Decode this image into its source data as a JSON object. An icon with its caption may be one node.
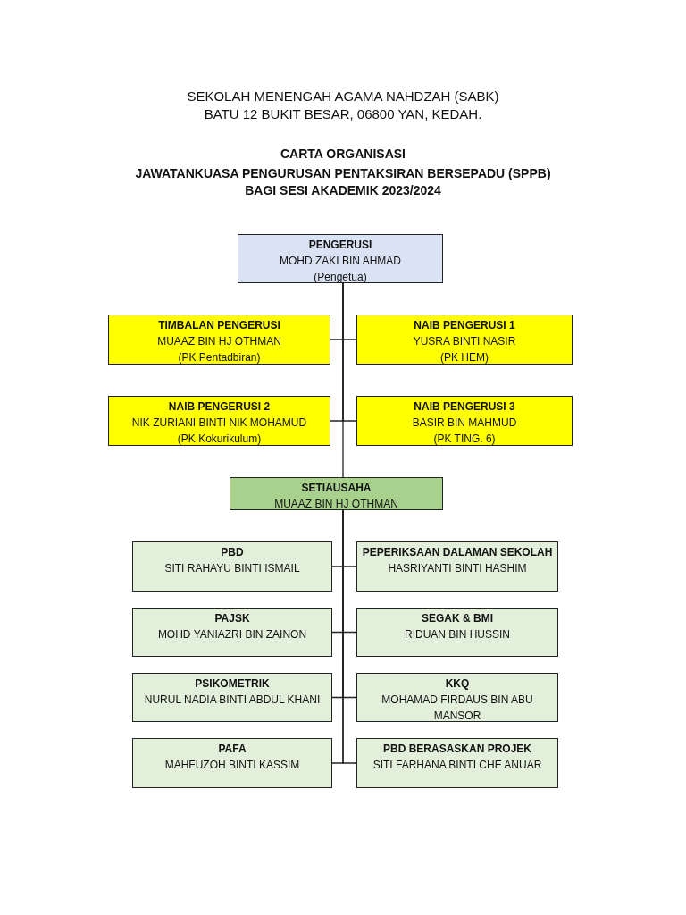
{
  "diagram": {
    "title": "CARTA ORGANISASI",
    "labels": [
      "SEKOLAH MENENGAH AGAMA NAHDZAH (SABK)",
      "BATU 12 BUKIT BESAR, 06800 YAN, KEDAH.",
      "JAWATANKUASA PENGURUSAN PENTAKSIRAN BERSEPADU (SPPB)",
      "BAGI SESI AKADEMIK 2023/2024"
    ],
    "nodes": [
      {
        "text": [
          "PENGERUSI",
          "MOHD ZAKI BIN AHMAD",
          "(Pengetua)"
        ]
      },
      {
        "text": [
          "TIMBALAN PENGERUSI",
          "MUAAZ BIN HJ OTHMAN",
          "(PK Pentadbiran)"
        ]
      },
      {
        "text": [
          "NAIB PENGERUSI 1",
          "YUSRA BINTI NASIR",
          "(PK HEM)"
        ]
      },
      {
        "text": [
          "NAIB PENGERUSI 2",
          "NIK ZURIANI BINTI NIK MOHAMUD",
          "(PK Kokurikulum)"
        ]
      },
      {
        "text": [
          "NAIB PENGERUSI 3",
          "BASIR BIN MAHMUD",
          "(PK TING. 6)"
        ]
      },
      {
        "text": [
          "SETIAUSAHA",
          "MUAAZ BIN HJ OTHMAN"
        ]
      },
      {
        "text": [
          "PBD",
          "SITI RAHAYU BINTI ISMAIL"
        ]
      },
      {
        "text": [
          "PEPERIKSAAN DALAMAN SEKOLAH",
          "HASRIYANTI BINTI HASHIM"
        ]
      },
      {
        "text": [
          "PAJSK",
          "MOHD YANIAZRI BIN ZAINON"
        ]
      },
      {
        "text": [
          "SEGAK & BMI",
          "RIDUAN BIN HUSSIN"
        ]
      },
      {
        "text": [
          "PSIKOMETRIK",
          "NURUL NADIA BINTI ABDUL KHANI"
        ]
      },
      {
        "text": [
          "KKQ",
          "MOHAMAD FIRDAUS BIN ABU MANSOR"
        ]
      },
      {
        "text": [
          "PAFA",
          "MAHFUZOH BINTI KASSIM"
        ]
      },
      {
        "text": [
          "PBD BERASASKAN PROJEK",
          "SITI FARHANA BINTI CHE ANUAR"
        ]
      }
    ],
    "edges": [
      {
        "from": 0,
        "to": 1,
        "arrow": "none"
      },
      {
        "from": 0,
        "to": 2,
        "arrow": "none"
      },
      {
        "from": 0,
        "to": 3,
        "arrow": "none"
      },
      {
        "from": 0,
        "to": 4,
        "arrow": "none"
      },
      {
        "from": 0,
        "to": 5,
        "arrow": "none"
      },
      {
        "from": 5,
        "to": 6,
        "arrow": "none"
      },
      {
        "from": 5,
        "to": 7,
        "arrow": "none"
      },
      {
        "from": 5,
        "to": 8,
        "arrow": "none"
      },
      {
        "from": 5,
        "to": 9,
        "arrow": "none"
      },
      {
        "from": 5,
        "to": 10,
        "arrow": "none"
      },
      {
        "from": 5,
        "to": 11,
        "arrow": "none"
      },
      {
        "from": 5,
        "to": 12,
        "arrow": "none"
      },
      {
        "from": 5,
        "to": 13,
        "arrow": "none"
      }
    ]
  }
}
